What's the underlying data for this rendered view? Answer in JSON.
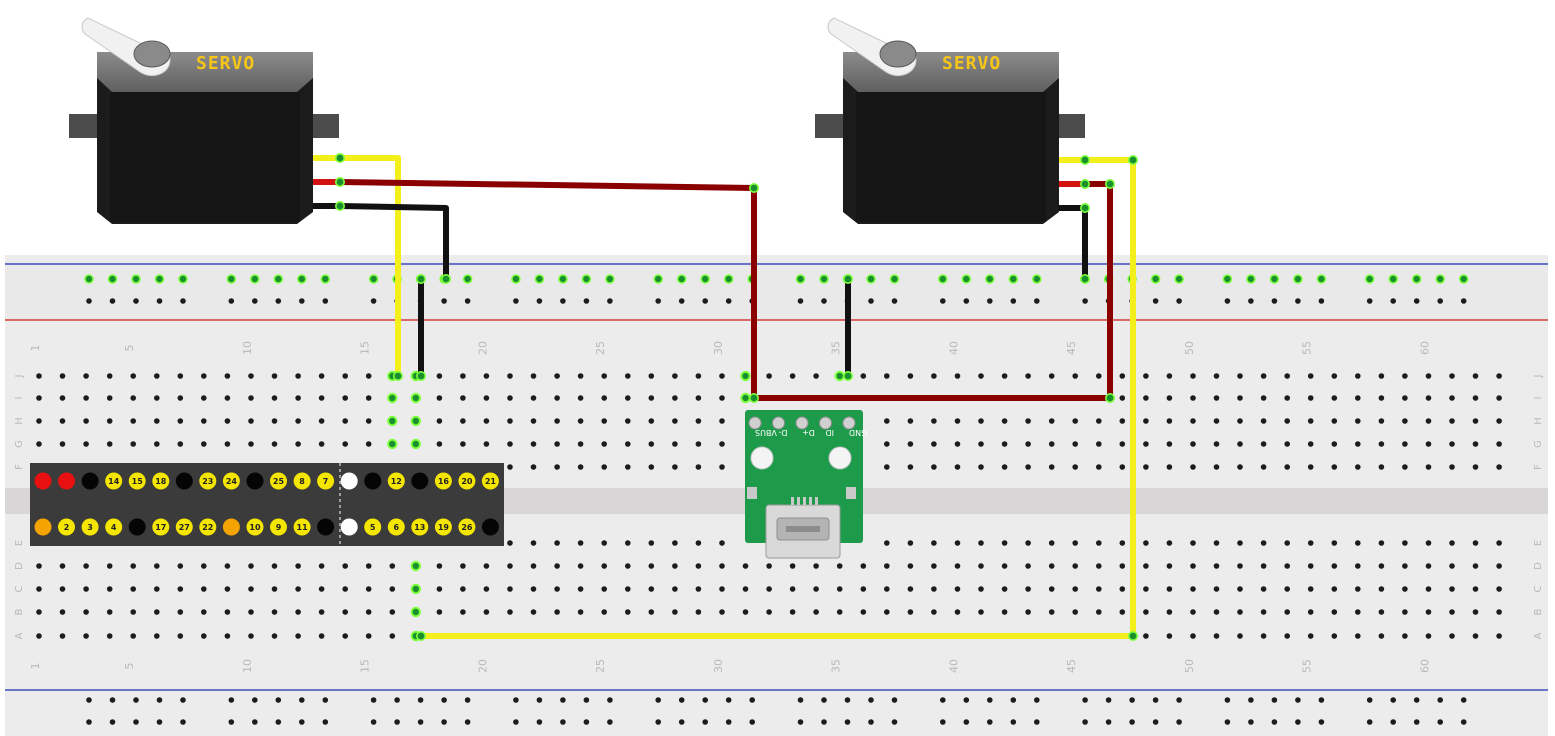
{
  "servos": [
    {
      "label": "SERVO"
    },
    {
      "label": "SERVO"
    }
  ],
  "breadboard": {
    "row_labels_top": [
      "J",
      "I",
      "H",
      "G",
      "F"
    ],
    "row_labels_bottom": [
      "E",
      "D",
      "C",
      "B",
      "A"
    ],
    "column_numbers": [
      "1",
      "5",
      "10",
      "15",
      "20",
      "25",
      "30",
      "35",
      "40",
      "45",
      "50",
      "55",
      "60"
    ]
  },
  "gpio_header": {
    "top_row": [
      {
        "kind": "red",
        "text": ""
      },
      {
        "kind": "red",
        "text": ""
      },
      {
        "kind": "black",
        "text": ""
      },
      {
        "kind": "yellow",
        "text": "14"
      },
      {
        "kind": "yellow",
        "text": "15"
      },
      {
        "kind": "yellow",
        "text": "18"
      },
      {
        "kind": "black",
        "text": ""
      },
      {
        "kind": "yellow",
        "text": "23"
      },
      {
        "kind": "yellow",
        "text": "24"
      },
      {
        "kind": "black",
        "text": ""
      },
      {
        "kind": "yellow",
        "text": "25"
      },
      {
        "kind": "yellow",
        "text": "8"
      },
      {
        "kind": "yellow",
        "text": "7"
      },
      {
        "kind": "white",
        "text": ""
      },
      {
        "kind": "black",
        "text": ""
      },
      {
        "kind": "yellow",
        "text": "12"
      },
      {
        "kind": "black",
        "text": ""
      },
      {
        "kind": "yellow",
        "text": "16"
      },
      {
        "kind": "yellow",
        "text": "20"
      },
      {
        "kind": "yellow",
        "text": "21"
      }
    ],
    "bottom_row": [
      {
        "kind": "orange",
        "text": ""
      },
      {
        "kind": "yellow",
        "text": "2"
      },
      {
        "kind": "yellow",
        "text": "3"
      },
      {
        "kind": "yellow",
        "text": "4"
      },
      {
        "kind": "black",
        "text": ""
      },
      {
        "kind": "yellow",
        "text": "17"
      },
      {
        "kind": "yellow",
        "text": "27"
      },
      {
        "kind": "yellow",
        "text": "22"
      },
      {
        "kind": "orange",
        "text": ""
      },
      {
        "kind": "yellow",
        "text": "10"
      },
      {
        "kind": "yellow",
        "text": "9"
      },
      {
        "kind": "yellow",
        "text": "11"
      },
      {
        "kind": "black",
        "text": ""
      },
      {
        "kind": "white",
        "text": ""
      },
      {
        "kind": "yellow",
        "text": "5"
      },
      {
        "kind": "yellow",
        "text": "6"
      },
      {
        "kind": "yellow",
        "text": "13"
      },
      {
        "kind": "yellow",
        "text": "19"
      },
      {
        "kind": "yellow",
        "text": "26"
      },
      {
        "kind": "black",
        "text": ""
      }
    ]
  },
  "usb_module": {
    "pin_labels": [
      "VBUS",
      "D-",
      "D+",
      "ID",
      "GND"
    ]
  },
  "colors": {
    "signal_wire": "#f2ef1a",
    "power_wire": "#8a0000",
    "ground_wire": "#111111",
    "breadboard": "#ededed",
    "rail_red_line": "#d21a1a",
    "rail_blue_line": "#1a2fb3",
    "usb_pcb": "#1e9b4a"
  }
}
